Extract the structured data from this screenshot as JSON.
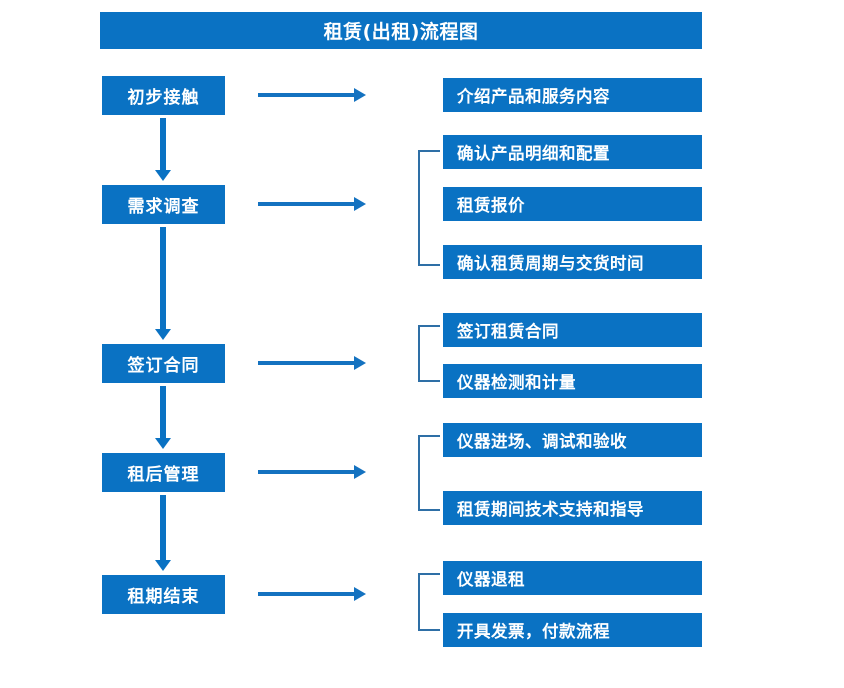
{
  "title": "租赁(出租)流程图",
  "colors": {
    "primary_blue": "#0A72C3",
    "arrow_blue": "#1472C0",
    "bracket_blue": "#2E6FA6",
    "box_text": "#FFFFFF",
    "background": "#FFFFFF"
  },
  "stages": [
    {
      "id": "stage-1",
      "label": "初步接触"
    },
    {
      "id": "stage-2",
      "label": "需求调查"
    },
    {
      "id": "stage-3",
      "label": "签订合同"
    },
    {
      "id": "stage-4",
      "label": "租后管理"
    },
    {
      "id": "stage-5",
      "label": "租期结束"
    }
  ],
  "details": [
    {
      "id": "detail-1",
      "label": "介绍产品和服务内容",
      "stage": "初步接触",
      "grouped": false
    },
    {
      "id": "detail-2",
      "label": "确认产品明细和配置",
      "stage": "需求调查",
      "grouped": true
    },
    {
      "id": "detail-3",
      "label": "租赁报价",
      "stage": "需求调查",
      "grouped": true
    },
    {
      "id": "detail-4",
      "label": "确认租赁周期与交货时间",
      "stage": "需求调查",
      "grouped": true
    },
    {
      "id": "detail-5",
      "label": "签订租赁合同",
      "stage": "签订合同",
      "grouped": true
    },
    {
      "id": "detail-6",
      "label": "仪器检测和计量",
      "stage": "签订合同",
      "grouped": true
    },
    {
      "id": "detail-7",
      "label": "仪器进场、调试和验收",
      "stage": "租后管理",
      "grouped": true
    },
    {
      "id": "detail-8",
      "label": "租赁期间技术支持和指导",
      "stage": "租后管理",
      "grouped": true
    },
    {
      "id": "detail-9",
      "label": "仪器退租",
      "stage": "租期结束",
      "grouped": true
    },
    {
      "id": "detail-10",
      "label": "开具发票，付款流程",
      "stage": "租期结束",
      "grouped": true
    }
  ],
  "flow_arrows": {
    "vertical_count": 4,
    "horizontal_count": 5,
    "direction": "top-to-bottom and left-to-right"
  },
  "brackets": [
    {
      "id": "bracket-1",
      "groups": [
        "确认产品明细和配置",
        "租赁报价",
        "确认租赁周期与交货时间"
      ]
    },
    {
      "id": "bracket-2",
      "groups": [
        "签订租赁合同",
        "仪器检测和计量"
      ]
    },
    {
      "id": "bracket-3",
      "groups": [
        "仪器进场、调试和验收",
        "租赁期间技术支持和指导"
      ]
    },
    {
      "id": "bracket-4",
      "groups": [
        "仪器退租",
        "开具发票，付款流程"
      ]
    }
  ]
}
